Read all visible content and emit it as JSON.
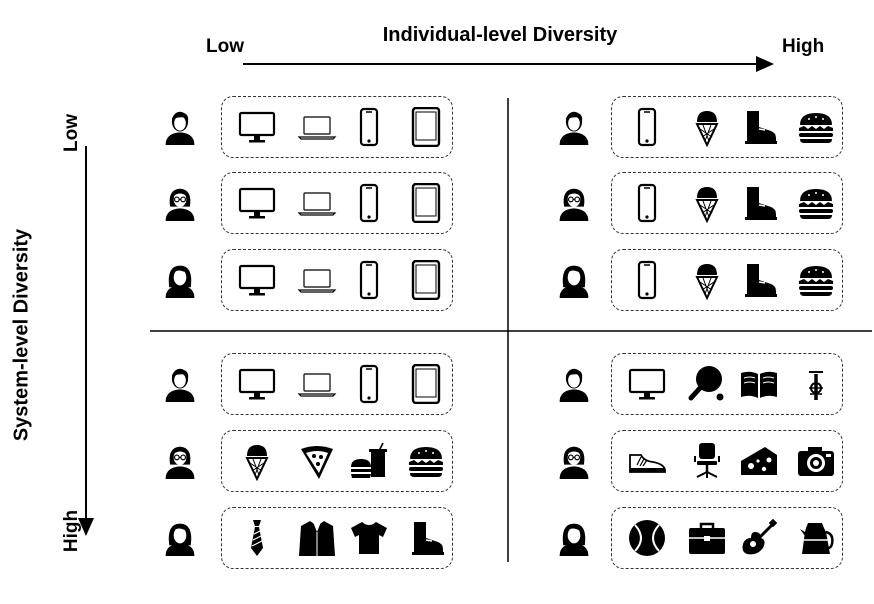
{
  "axes": {
    "x_title": "Individual-level Diversity",
    "x_low": "Low",
    "x_high": "High",
    "y_title": "System-level Diversity",
    "y_low": "Low",
    "y_high": "High"
  },
  "quadrants": [
    {
      "name": "top-left",
      "rows": [
        {
          "user": "male",
          "items": [
            "monitor",
            "laptop",
            "phone",
            "tablet"
          ]
        },
        {
          "user": "female-glasses",
          "items": [
            "monitor",
            "laptop",
            "phone",
            "tablet"
          ]
        },
        {
          "user": "female",
          "items": [
            "monitor",
            "laptop",
            "phone",
            "tablet"
          ]
        }
      ]
    },
    {
      "name": "top-right",
      "rows": [
        {
          "user": "male",
          "items": [
            "phone",
            "icecream",
            "boot",
            "burger"
          ]
        },
        {
          "user": "female-glasses",
          "items": [
            "phone",
            "icecream",
            "boot",
            "burger"
          ]
        },
        {
          "user": "female",
          "items": [
            "phone",
            "icecream",
            "boot",
            "burger"
          ]
        }
      ]
    },
    {
      "name": "bottom-left",
      "rows": [
        {
          "user": "male",
          "items": [
            "monitor",
            "laptop",
            "phone",
            "tablet"
          ]
        },
        {
          "user": "female-glasses",
          "items": [
            "icecream",
            "pizza",
            "fastfood",
            "burger"
          ]
        },
        {
          "user": "female",
          "items": [
            "tie",
            "jacket",
            "tshirt",
            "boot"
          ]
        }
      ]
    },
    {
      "name": "bottom-right",
      "rows": [
        {
          "user": "male",
          "items": [
            "monitor",
            "pingpong",
            "book",
            "bicycle"
          ]
        },
        {
          "user": "female-glasses",
          "items": [
            "sneaker",
            "chair",
            "cheese",
            "camera"
          ]
        },
        {
          "user": "female",
          "items": [
            "ball",
            "briefcase",
            "guitar",
            "coffeepot"
          ]
        }
      ]
    }
  ]
}
